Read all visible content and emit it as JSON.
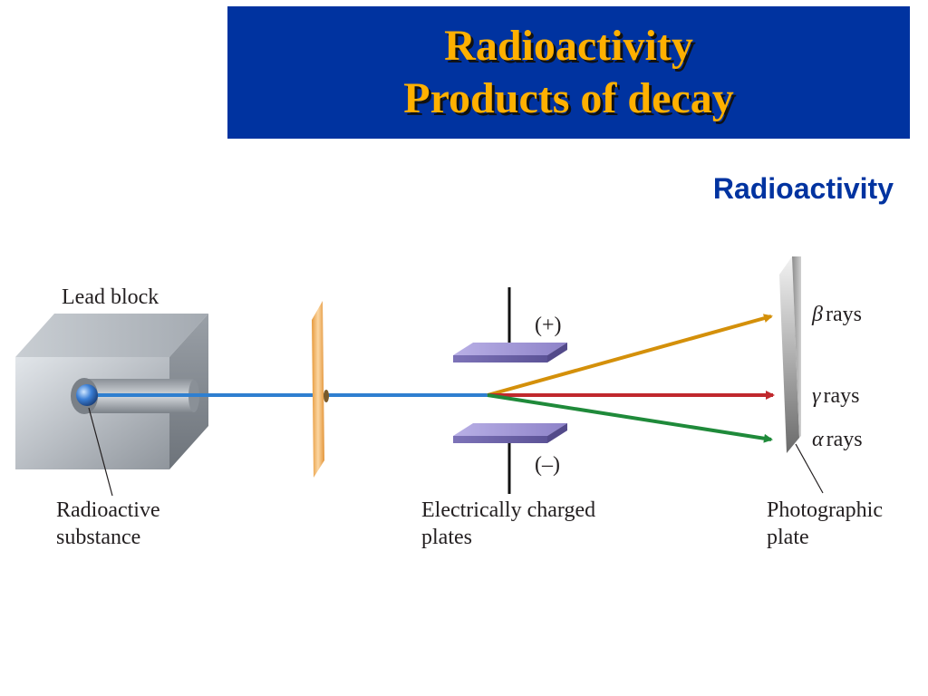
{
  "slide": {
    "title_line1": "Radioactivity",
    "title_line2": "Products of decay",
    "subtitle": "Radioactivity",
    "colors": {
      "banner_bg": "#0033a0",
      "title_text": "#ffb000",
      "subtitle_text": "#0033a0",
      "beta_ray": "#d4900a",
      "gamma_ray": "#c0282d",
      "alpha_ray": "#1f8a3a",
      "incident_beam": "#2f7fd0"
    }
  },
  "diagram": {
    "lead_block_label": "Lead block",
    "radioactive_substance_label": [
      "Radioactive",
      "substance"
    ],
    "charged_plates_label": [
      "Electrically charged",
      "plates"
    ],
    "photographic_plate_label": [
      "Photographic",
      "plate"
    ],
    "positive_plate_label": "(+)",
    "negative_plate_label": "(–)",
    "beta_symbol": "β",
    "gamma_symbol": "γ",
    "alpha_symbol": "α",
    "rays_word": "rays"
  }
}
